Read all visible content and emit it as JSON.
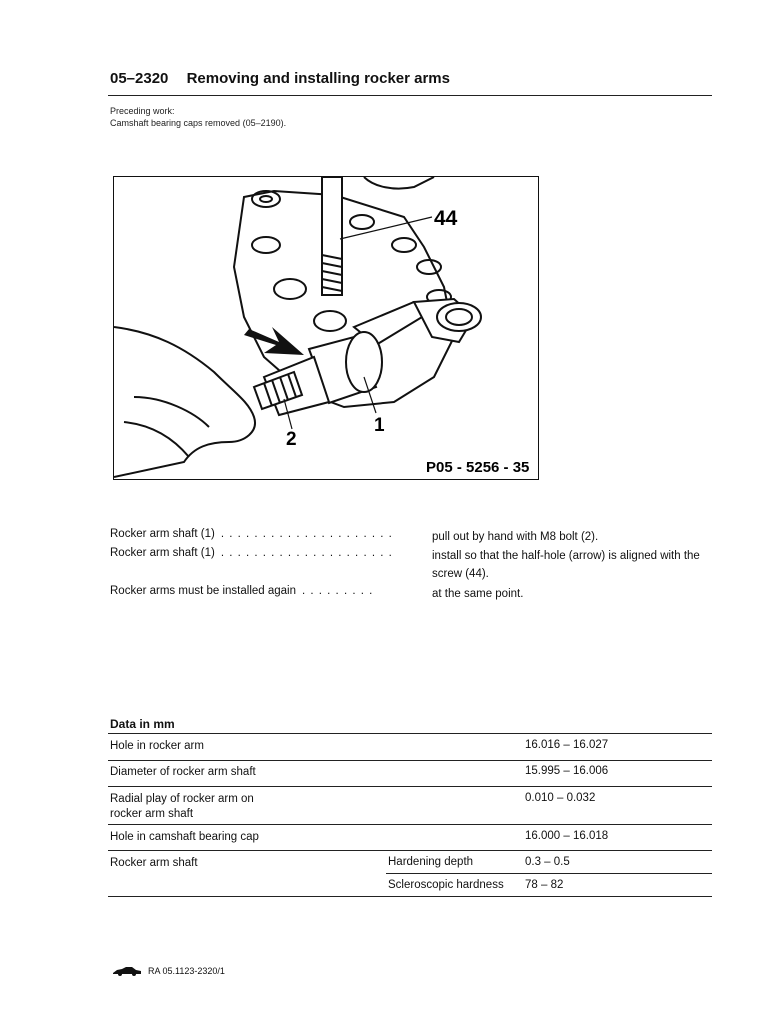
{
  "header": {
    "code": "05–2320",
    "title": "Removing and installing rocker arms"
  },
  "preceding": {
    "label": "Preceding work:",
    "text": "Camshaft bearing caps removed (05–2190)."
  },
  "figure": {
    "callout_44": "44",
    "callout_1": "1",
    "callout_2": "2",
    "figure_id": "P05 - 5256 - 35"
  },
  "instructions": [
    {
      "item": "Rocker arm shaft (1)",
      "action": "pull out by hand with M8 bolt (2)."
    },
    {
      "item": "Rocker arm shaft (1)",
      "action": "install so that the half-hole (arrow) is aligned with the screw (44)."
    },
    {
      "item": "Rocker arms must be installed again",
      "action": "at the same point."
    }
  ],
  "data_table": {
    "title": "Data in mm",
    "rows": [
      {
        "label": "Hole in rocker arm",
        "sub": "",
        "value": "16.016 – 16.027"
      },
      {
        "label": "Diameter of rocker arm shaft",
        "sub": "",
        "value": "15.995 – 16.006"
      },
      {
        "label": "Radial play of rocker arm on rocker arm shaft",
        "sub": "",
        "value": "0.010 – 0.032"
      },
      {
        "label": "Hole in camshaft bearing cap",
        "sub": "",
        "value": "16.000 – 16.018"
      },
      {
        "label": "Rocker arm shaft",
        "sub": "Hardening depth",
        "value": "0.3 – 0.5"
      },
      {
        "label": "",
        "sub": "Scleroscopic hardness",
        "value": "78 – 82"
      }
    ]
  },
  "footer": {
    "logo_icon": "car-icon",
    "ref": "RA 05.1123-2320/1"
  }
}
